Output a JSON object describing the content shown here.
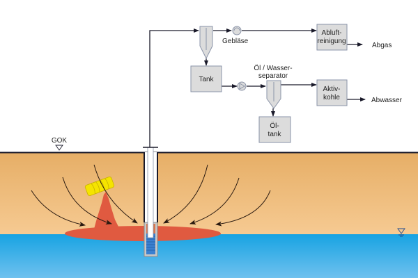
{
  "labels": {
    "blower": "Gebläse",
    "exhaust_treatment": [
      "Abluft-",
      "reinigung"
    ],
    "exhaust_gas": "Abgas",
    "tank": "Tank",
    "separator": [
      "Öl / Wasser-",
      "separator"
    ],
    "activated_carbon": [
      "Aktiv-",
      "kohle"
    ],
    "waste_water": "Abwasser",
    "oil_tank": [
      "Öl-",
      "tank"
    ],
    "ground_level": "GOK"
  },
  "colors": {
    "soil_top": "#e6ae66",
    "soil_bottom": "#f6ca92",
    "groundwater_top": "#17a3e2",
    "groundwater_bottom": "#6fc1ef",
    "contamination": "#e05a40",
    "drum": "#f5e400",
    "unit_fill": "#dcdcdc"
  }
}
